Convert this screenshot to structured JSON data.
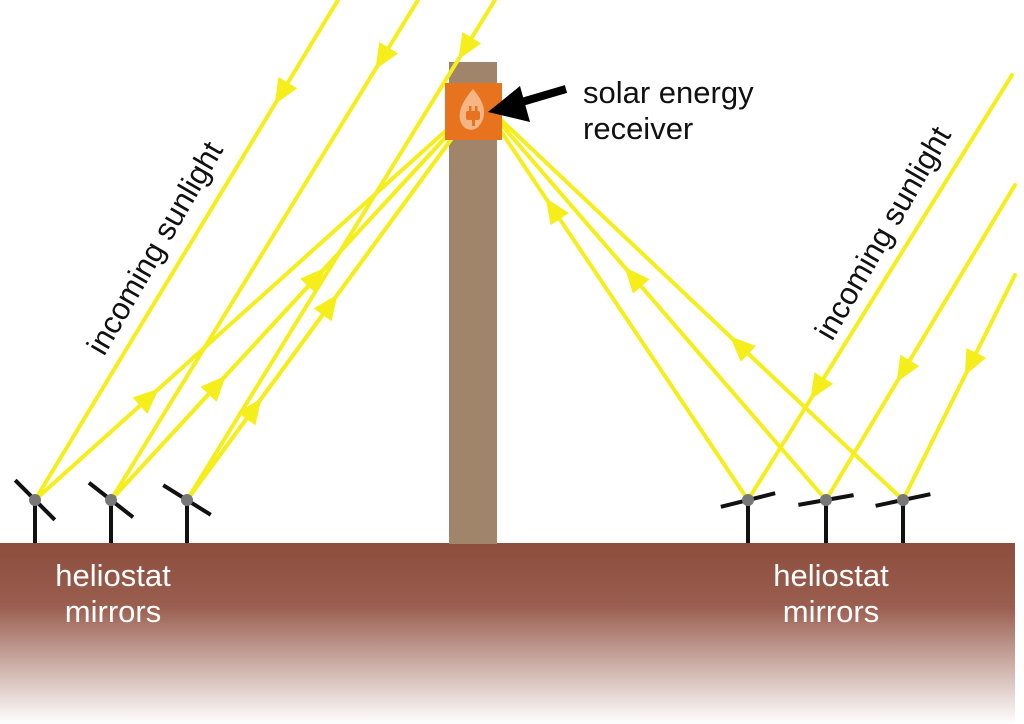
{
  "labels": {
    "receiver_line1": "solar energy",
    "receiver_line2": "receiver",
    "sunlight_left": "incoming sunlight",
    "sunlight_right": "incoming sunlight",
    "mirrors_left_line1": "heliostat",
    "mirrors_left_line2": "mirrors",
    "mirrors_right_line1": "heliostat",
    "mirrors_right_line2": "mirrors"
  },
  "colors": {
    "ray": "#f5ee1a",
    "tower": "#a0856a",
    "receiver": "#e8731f",
    "ground_top": "#8c4d3c",
    "ground_bottom": "#ffffff",
    "pointer_arrow": "#000000",
    "heliostat_pivot": "#777777"
  },
  "icons": {
    "receiver_symbol": "flame-plug-icon",
    "pointer": "arrow-pointing-left"
  }
}
